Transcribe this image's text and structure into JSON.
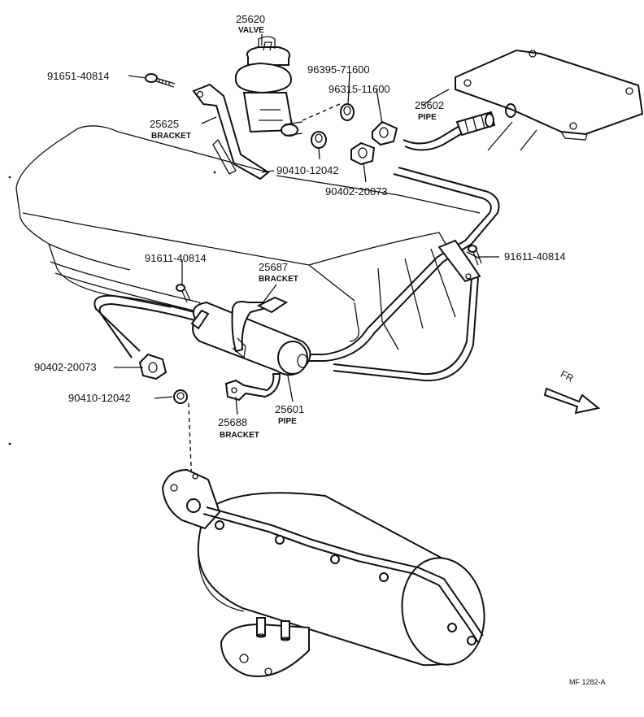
{
  "parts": {
    "valve": {
      "number": "25620",
      "name": "VALVE"
    },
    "bolt_top": {
      "number": "91651-40814"
    },
    "bracket_top": {
      "number": "25625",
      "name": "BRACKET"
    },
    "nut_a": {
      "number": "96395-71600"
    },
    "nut_b": {
      "number": "96315-11600"
    },
    "pipe_top": {
      "number": "25602",
      "name": "PIPE"
    },
    "gasket_top": {
      "number": "90410-12042"
    },
    "nut_top": {
      "number": "90402-20073"
    },
    "bolt_left": {
      "number": "91611-40814"
    },
    "bolt_right": {
      "number": "91611-40814"
    },
    "bracket_mid": {
      "number": "25687",
      "name": "BRACKET"
    },
    "nut_left": {
      "number": "90402-20073"
    },
    "gasket_left": {
      "number": "90410-12042"
    },
    "bracket_low": {
      "number": "25688",
      "name": "BRACKET"
    },
    "pipe_main": {
      "number": "25601",
      "name": "PIPE"
    }
  },
  "direction": "FR",
  "drawing_ref": "MF 1282-A"
}
